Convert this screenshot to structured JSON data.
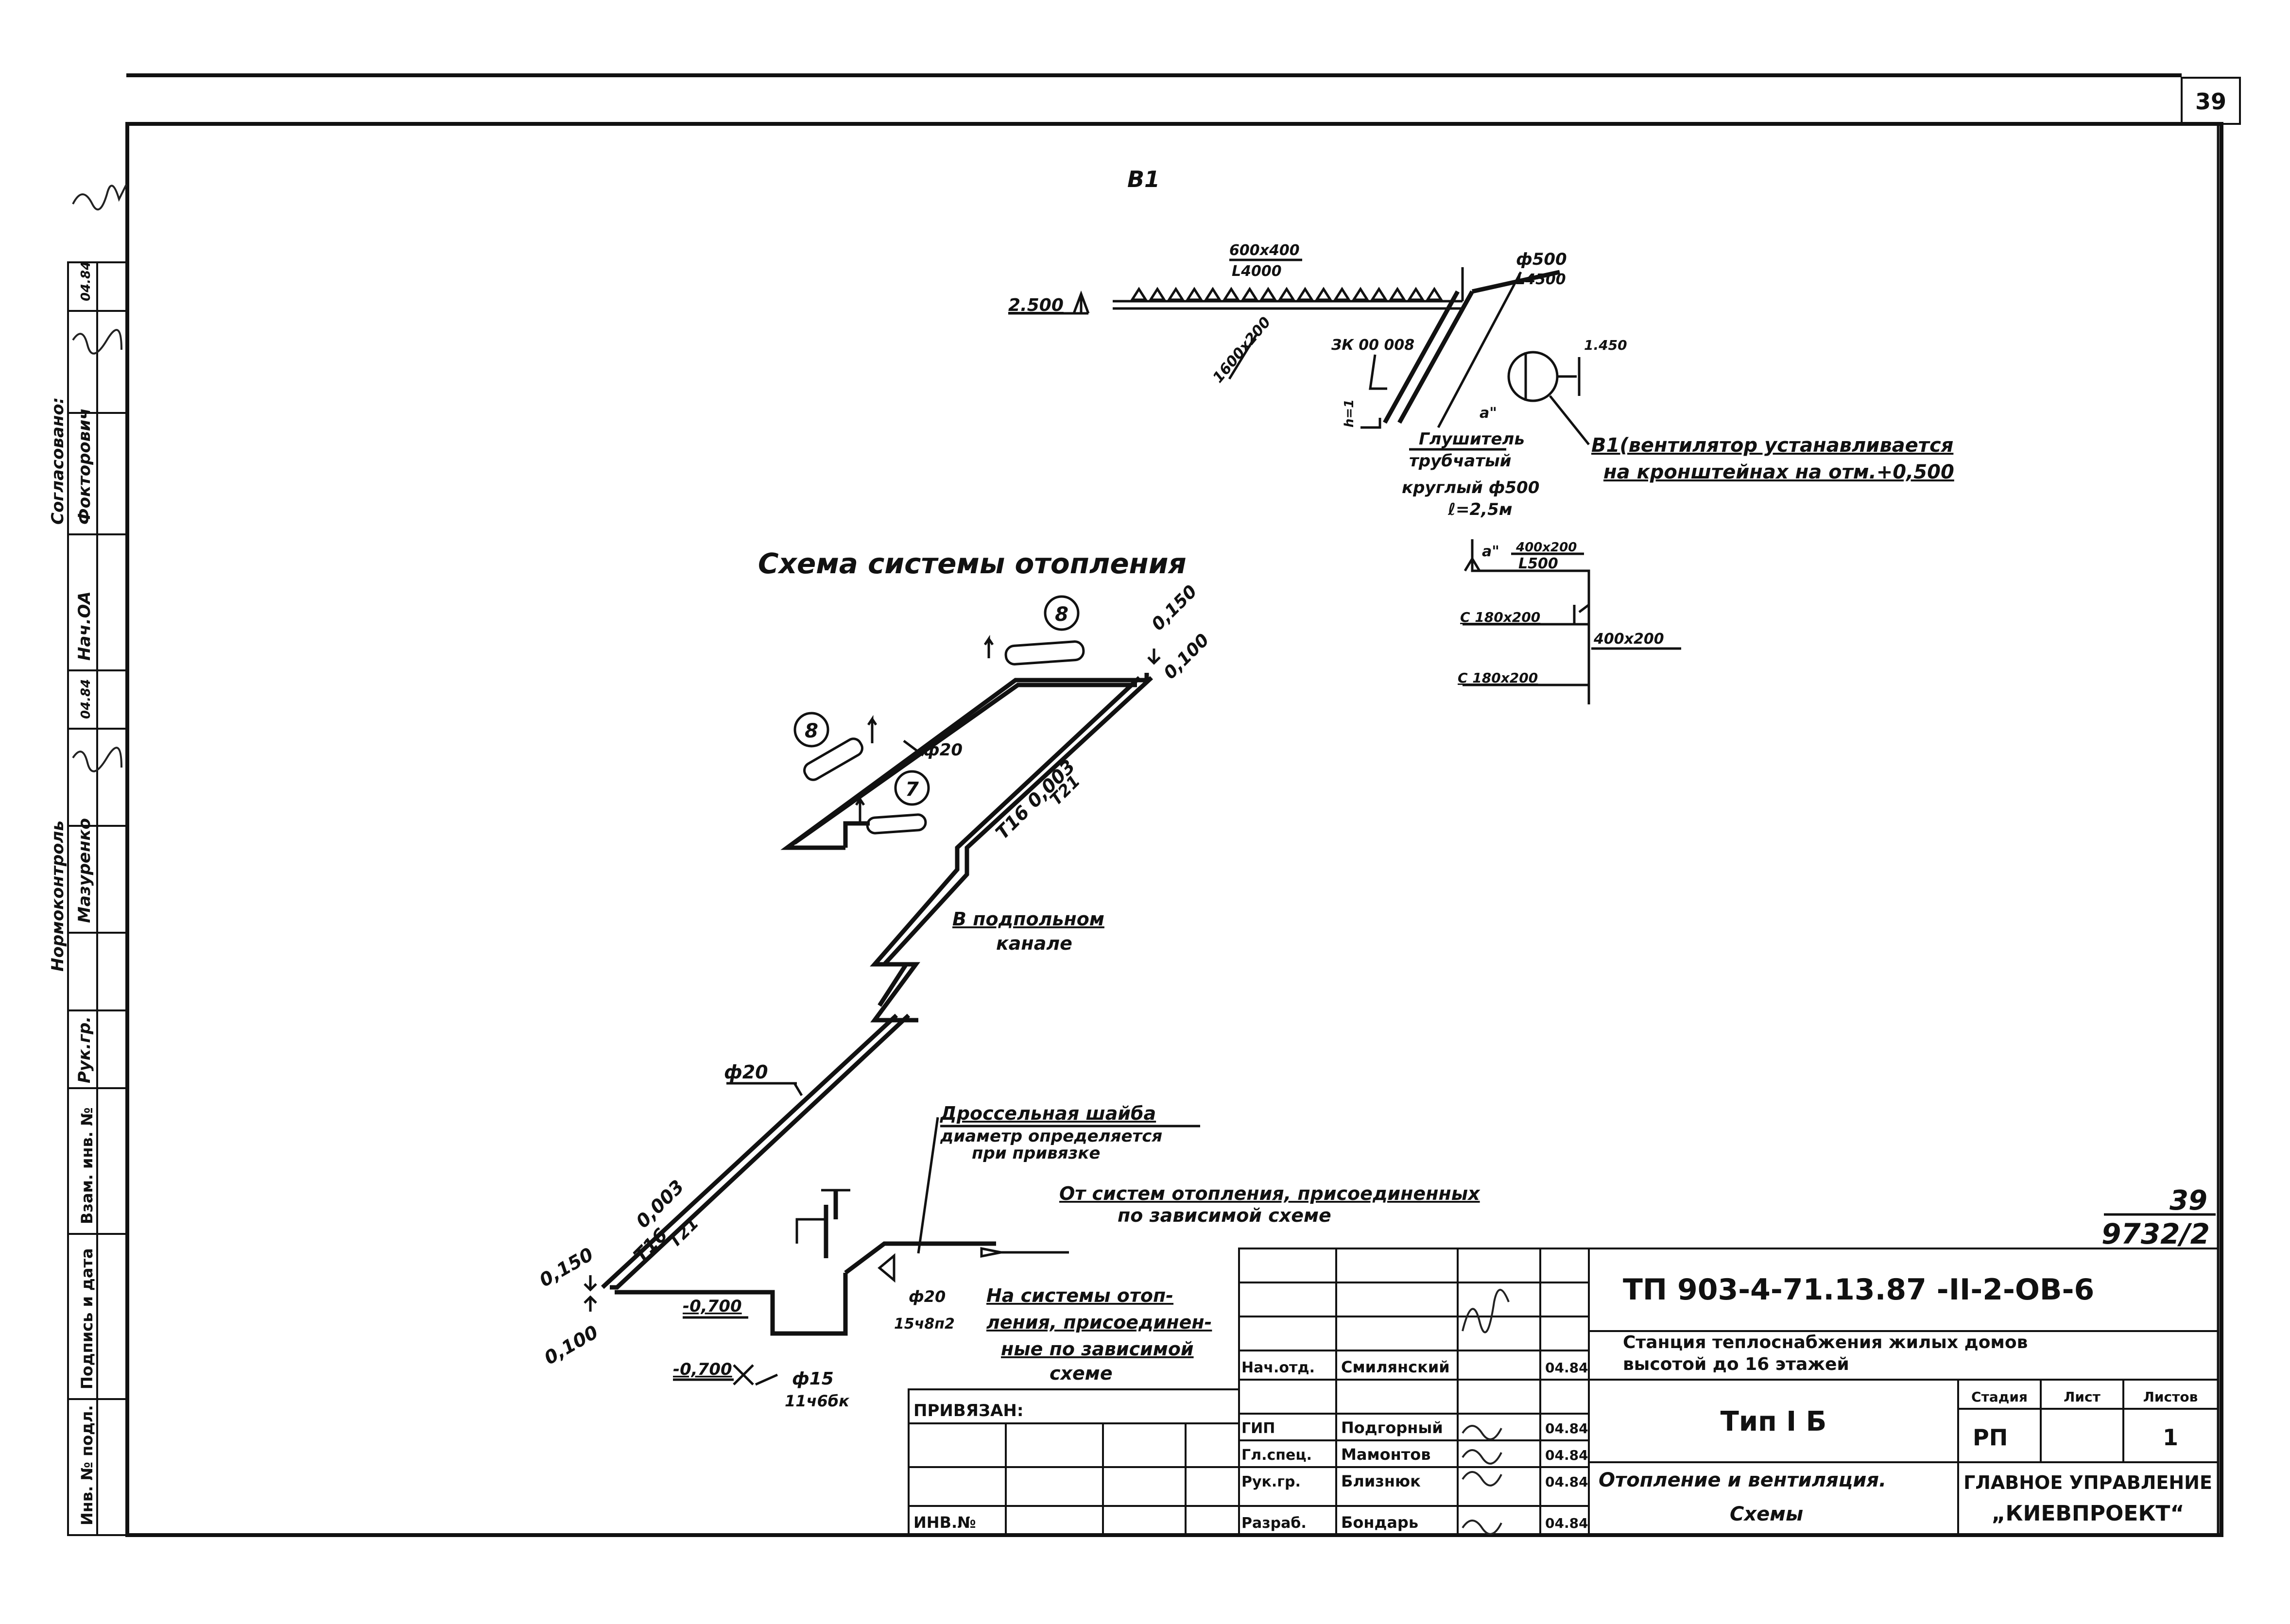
{
  "sheet": {
    "page_number": "39",
    "archive_number_top": "39",
    "archive_number_bottom": "9732/2"
  },
  "ventilation": {
    "system_label": "В1",
    "elevation_main": "2.500",
    "duct_main_size": "600x400",
    "duct_main_length": "L4000",
    "duct_diag_size": "1600x200",
    "valve_label": "ЗК 00 008",
    "valve_height": "h=1",
    "label_a": "а\"",
    "pipe_diameter": "ф500",
    "pipe_length": "L4500",
    "fan_elevation": "1.450",
    "silencer_line1": "Глушитель",
    "silencer_line2": "трубчатый",
    "silencer_line3": "круглый ф500",
    "silencer_line4": "ℓ=2,5м",
    "fan_note_line1": "В1(вентилятор устанавливается",
    "fan_note_line2": "на кронштейнах на отм.+0,500",
    "riser_label_a": "а\"",
    "riser_size": "400x200",
    "riser_length": "L500",
    "grille_1": "С 180x200",
    "grille_2": "С 180x200",
    "riser_main": "400x200"
  },
  "heating": {
    "title": "Схема системы отопления",
    "radiator_1": "8",
    "radiator_2": "8",
    "radiator_3": "7",
    "elev_top_1": "0,150",
    "elev_top_2": "0,100",
    "branch_diameter": "ф20",
    "upper_slope": "0,003",
    "upper_t16": "Т16",
    "upper_t21": "Т21",
    "channel_line1": "В подпольном",
    "channel_line2": "канале",
    "lower_diameter": "ф20",
    "lower_slope": "0,003",
    "lower_t16": "Т16",
    "lower_t21": "Т21",
    "elev_bottom_1": "0,150",
    "elev_bottom_2": "0,100",
    "elev_700_a": "-0,700",
    "elev_700_b": "-0,700",
    "valve_diameter": "ф15",
    "valve_code": "11ч6бк",
    "valve2_diameter": "ф20",
    "valve2_code": "15ч8п2",
    "washer_line1": "Дроссельная шайба",
    "washer_line2": "диаметр определяется",
    "washer_line3": "при привязке",
    "from_line1": "От систем отопления, присоединенных",
    "from_line2": "по зависимой схеме",
    "to_line1": "На системы отоп-",
    "to_line2": "ления, присоединен-",
    "to_line3": "ные по зависимой",
    "to_line4": "схеме"
  },
  "left_stamp": {
    "approved_header": "Согласовано:",
    "normcontrol": "Нормоконтроль",
    "roles": [
      "Рук.гр.",
      "Мазуренко",
      "Нач.ОА",
      "Фокторович"
    ],
    "date_1": "04.84",
    "date_2": "04.84",
    "field_1": "Инв. № подл.",
    "field_2": "Подпись и дата",
    "field_3": "Взам. инв. №"
  },
  "title_block": {
    "code": "ТП 903-4-71.13.87 -II-2-ОВ-6",
    "station_line1": "Станция теплоснабжения жилых домов",
    "station_line2": "высотой до 16 этажей",
    "type": "Тип I Б",
    "stage_h": "Стадия",
    "sheet_h": "Лист",
    "sheets_h": "Листов",
    "stage": "РП",
    "sheet": "",
    "sheets": "1",
    "description_1": "Отопление и вентиляция.",
    "description_2": "Схемы",
    "org_1": "ГЛАВНОЕ УПРАВЛЕНИЕ",
    "org_2": "„КИЕВПРОЕКТ“",
    "privyazan": "ПРИВЯЗАН:",
    "inv": "ИНВ.№",
    "staff": [
      {
        "role": "Нач.отд.",
        "name": "Смилянский",
        "date": "04.84"
      },
      {
        "role": "ГИП",
        "name": "Подгорный",
        "date": "04.84"
      },
      {
        "role": "Гл.спец.",
        "name": "Мамонтов",
        "date": "04.84"
      },
      {
        "role": "Рук.гр.",
        "name": "Близнюк",
        "date": "04.84"
      },
      {
        "role": "Разраб.",
        "name": "Бондарь",
        "date": "04.84"
      }
    ]
  }
}
